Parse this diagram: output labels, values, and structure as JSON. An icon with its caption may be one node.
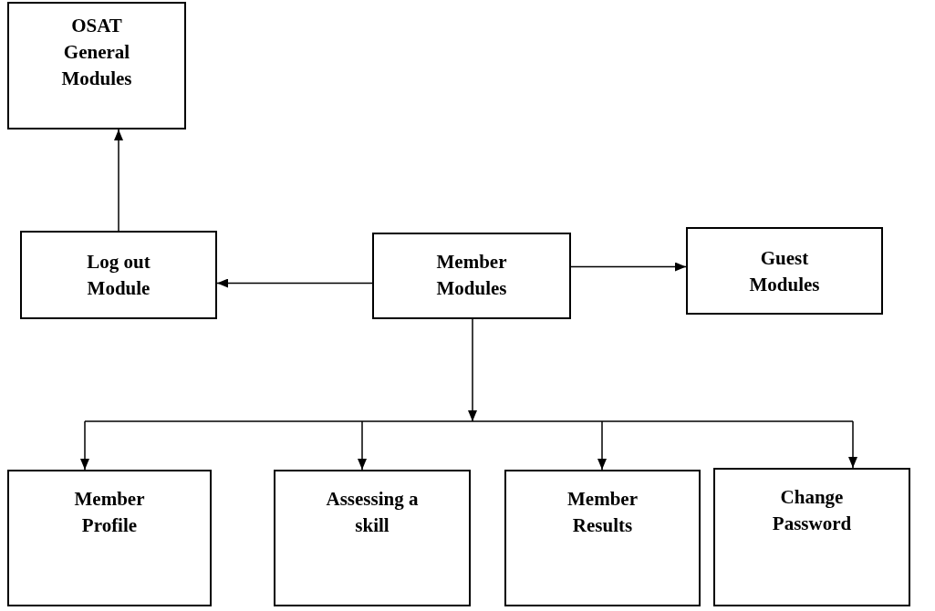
{
  "diagram": {
    "nodes": [
      {
        "text": [
          "OSAT General Modules"
        ]
      },
      {
        "text": [
          "Log out Module"
        ]
      },
      {
        "text": [
          "Member Modules"
        ]
      },
      {
        "text": [
          "Guest Modules"
        ]
      },
      {
        "text": [
          "Member Profile"
        ]
      },
      {
        "text": [
          "Assessing a skill"
        ]
      },
      {
        "text": [
          "Member Results"
        ]
      },
      {
        "text": [
          "Change Password"
        ]
      }
    ],
    "edges": [
      {
        "from": 1,
        "to": 0,
        "arrow": "to"
      },
      {
        "from": 2,
        "to": 1,
        "arrow": "to"
      },
      {
        "from": 2,
        "to": 3,
        "arrow": "to"
      },
      {
        "from": 2,
        "to": 4,
        "arrow": "to"
      },
      {
        "from": 2,
        "to": 5,
        "arrow": "to"
      },
      {
        "from": 2,
        "to": 6,
        "arrow": "to"
      },
      {
        "from": 2,
        "to": 7,
        "arrow": "to"
      }
    ]
  }
}
